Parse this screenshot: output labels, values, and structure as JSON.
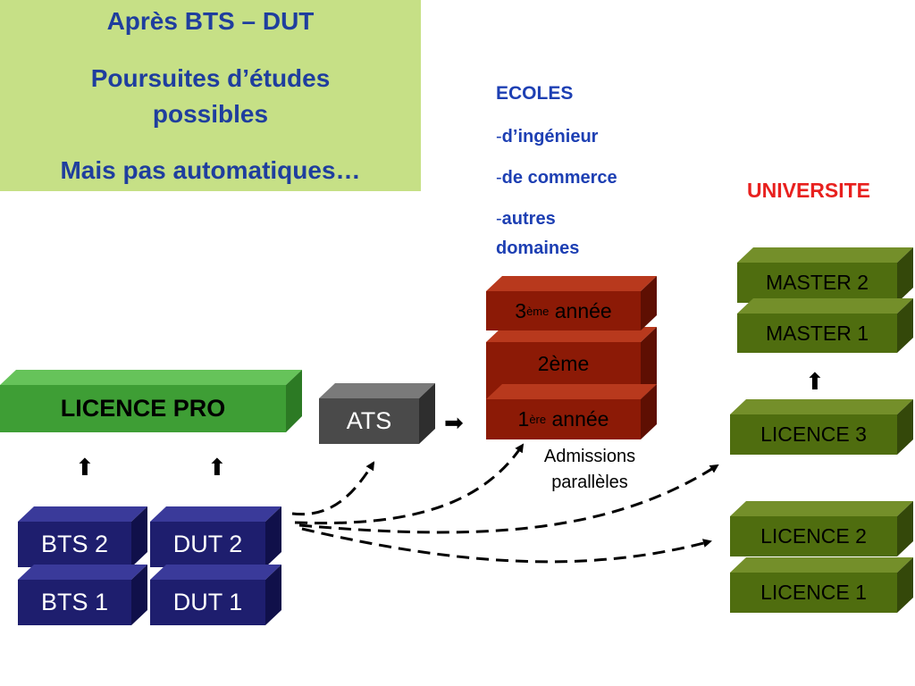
{
  "title_box": {
    "line1": "Après BTS – DUT",
    "line2a": "Poursuites d’études",
    "line2b": "possibles",
    "line3": "Mais pas automatiques…"
  },
  "ecoles": {
    "heading": "ECOLES",
    "items": [
      {
        "dash": "-",
        "label": "d’ingénieur"
      },
      {
        "dash": "-",
        "label": "de commerce"
      },
      {
        "dash": "-",
        "label": "autres"
      }
    ],
    "last_line": "domaines"
  },
  "universite_label": "UNIVERSITE",
  "blocks": {
    "licence_pro": "LICENCE PRO",
    "ats": "ATS",
    "bts2": "BTS 2",
    "bts1": "BTS 1",
    "dut2": "DUT 2",
    "dut1": "DUT 1",
    "ecole_year3": {
      "num": "3",
      "sup": "ème",
      "rest": " année"
    },
    "ecole_year2": "2ème",
    "ecole_year1": {
      "num": "1",
      "sup": "ère",
      "rest": " année"
    },
    "master2": "MASTER 2",
    "master1": "MASTER 1",
    "licence3": "LICENCE 3",
    "licence2": "LICENCE 2",
    "licence1": "LICENCE 1"
  },
  "admissions": {
    "line1": "Admissions",
    "line2": "parallèles"
  },
  "arrows": {
    "up": "⬆",
    "right": "➡"
  },
  "colors": {
    "title_bg": "#c6e086",
    "title_text": "#1f3e9e",
    "ecoles_text": "#1d3fb3",
    "universite_text": "#e8201e",
    "licence_pro": "#3e9e35",
    "ats": "#4a4a4a",
    "bts_dut": "#1e1e6e",
    "ecole_blocks": "#8c1a06",
    "university_blocks": "#4f6d0f"
  }
}
